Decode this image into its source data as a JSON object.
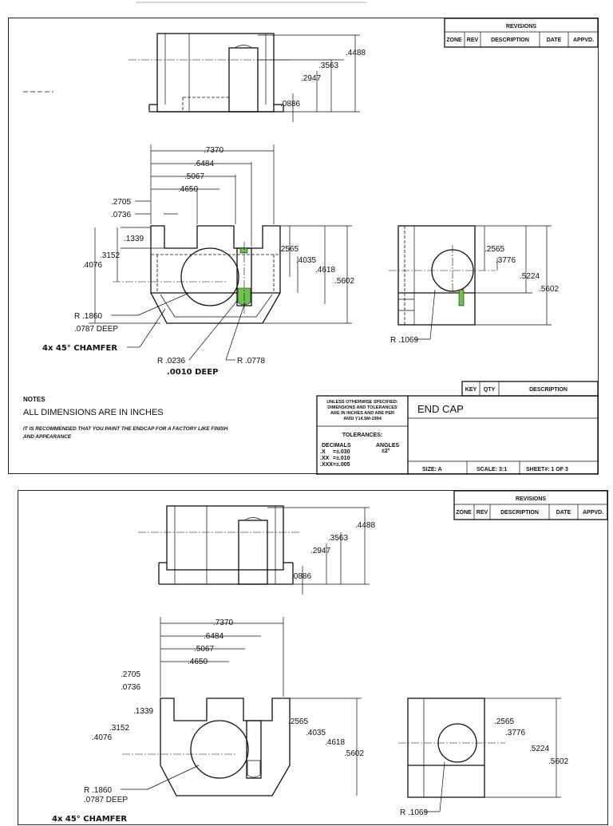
{
  "revisions": {
    "title": "REVISIONS",
    "columns": [
      "ZONE",
      "REV",
      "DESCRIPTION",
      "DATE",
      "APPVD."
    ]
  },
  "top_view": {
    "dims": [
      ".4488",
      ".3563",
      ".2947",
      ".0886"
    ]
  },
  "front_view": {
    "width_dims": [
      ".7370",
      ".6484",
      ".5067",
      ".4650"
    ],
    "left_dims": [
      ".2705",
      ".0736",
      ".1339",
      ".3152",
      ".4076"
    ],
    "right_dims": [
      ".2565",
      ".4035",
      ".4618",
      ".5602"
    ],
    "callouts": {
      "radius_main": "R .1860",
      "radius_main_deep": ".0787 DEEP",
      "chamfer": "4x 45° CHAMFER",
      "radius_small": "R .0236",
      "radius_small_deep": ".0010 DEEP",
      "radius_slot": "R .0778"
    }
  },
  "side_view": {
    "dims": [
      ".2565",
      ".3776",
      ".5224",
      ".5602"
    ],
    "radius": "R .1069"
  },
  "parts_list": {
    "columns": [
      "KEY",
      "QTY",
      "DESCRIPTION"
    ]
  },
  "notes": {
    "title": "NOTES",
    "line1": "ALL DIMENSIONS ARE IN INCHES",
    "line2a": "IT IS RECOMMENDED THAT YOU PAINT THE ENDCAP FOR A FACTORY LIKE FINISH",
    "line2b": "AND APPEARANCE"
  },
  "title_block": {
    "unless1": "UNLESS OTHERWISE SPECIFIED:",
    "unless2": "DIMENSIONS AND TOLERANCES",
    "unless3": "ARE IN INCHES AND ARE PER",
    "unless4": "ANSI Y14.5M-1994",
    "part_name": "END CAP",
    "tol_title": "TOLERANCES:",
    "decimals": "DECIMALS",
    "angles": "ANGLES",
    "angle_tol": "±2°",
    "tol_x_key": ".X",
    "tol_x": "=±.030",
    "tol_xx_key": ".XX",
    "tol_xx": "=±.010",
    "tol_xxx_key": ".XXX",
    "tol_xxx": "=±.005",
    "size": "SIZE: A",
    "scale": "SCALE:  3:1",
    "sheet": "SHEET#:  1  OF  3"
  },
  "colors": {
    "paint_highlight": "#6cc24a",
    "line": "#111111",
    "paper": "#fdfdfb"
  }
}
